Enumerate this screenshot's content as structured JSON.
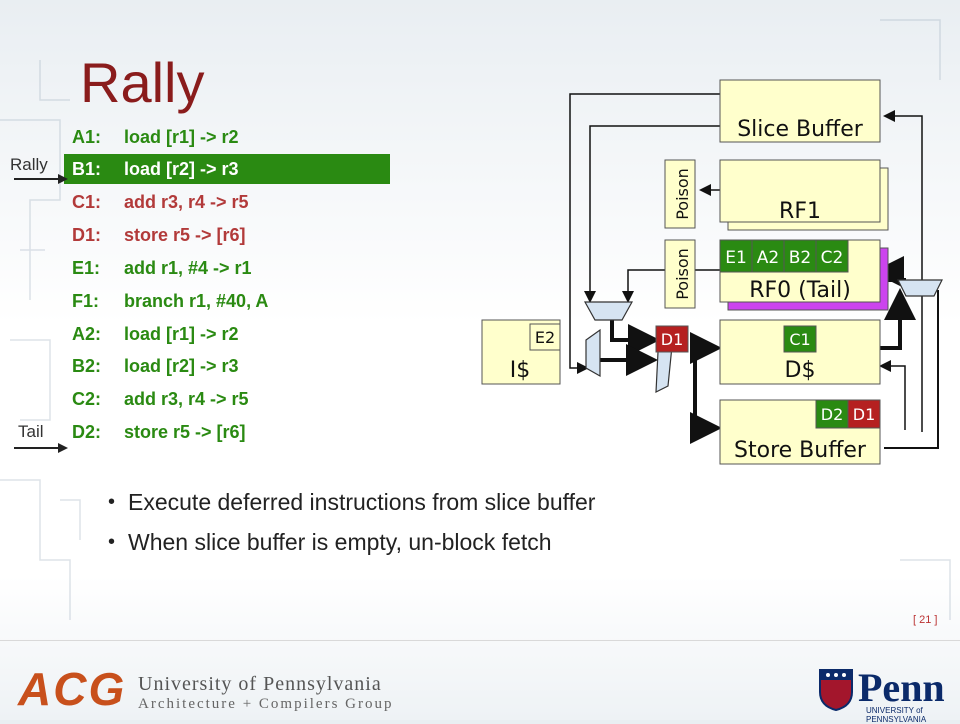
{
  "title": "Rally",
  "code": [
    {
      "label": "A1:",
      "instr": "load [r1] -> r2",
      "style": "green"
    },
    {
      "label": "B1:",
      "instr": "load [r2] -> r3",
      "style": "highlight"
    },
    {
      "label": "C1:",
      "instr": "add r3, r4 -> r5",
      "style": "red"
    },
    {
      "label": "D1:",
      "instr": "store r5 -> [r6]",
      "style": "red"
    },
    {
      "label": "E1:",
      "instr": "add r1, #4 -> r1",
      "style": "green"
    },
    {
      "label": "F1:",
      "instr": "branch r1, #40, A",
      "style": "green"
    },
    {
      "label": "A2:",
      "instr": "load [r1] -> r2",
      "style": "green"
    },
    {
      "label": "B2:",
      "instr": "load [r2] -> r3",
      "style": "green"
    },
    {
      "label": "C2:",
      "instr": "add r3, r4 -> r5",
      "style": "green"
    },
    {
      "label": "D2:",
      "instr": "store r5 -> [r6]",
      "style": "green"
    }
  ],
  "pointers": {
    "rally": "Rally",
    "tail": "Tail"
  },
  "diagram": {
    "slice_buffer": "Slice Buffer",
    "rf1": "RF1",
    "rf0": "RF0 (Tail)",
    "poison": "Poison",
    "icache": "I$",
    "dcache": "D$",
    "store_buffer": "Store Buffer",
    "icache_entry": "E2",
    "pipe_entry": "D1",
    "dcache_entry": "C1",
    "rf0_entries": [
      "E1",
      "A2",
      "B2",
      "C2"
    ],
    "sb_entries": [
      "D2",
      "D1"
    ]
  },
  "bullets": [
    "Execute deferred instructions from slice buffer",
    "When slice buffer is empty, un-block fetch"
  ],
  "page_number": "[ 21 ]",
  "footer": {
    "logo": "ACG",
    "university": "University of Pennsylvania",
    "group": "Architecture + Compilers Group",
    "penn": "Penn",
    "penn_sub": "UNIVERSITY of PENNSYLVANIA"
  },
  "colors": {
    "green": "#2a8a12",
    "red": "#b23a3a",
    "dark_red": "#b52020",
    "yellow": "#ffffcc",
    "purple": "#cc44ee",
    "title": "#8a1c1c"
  }
}
